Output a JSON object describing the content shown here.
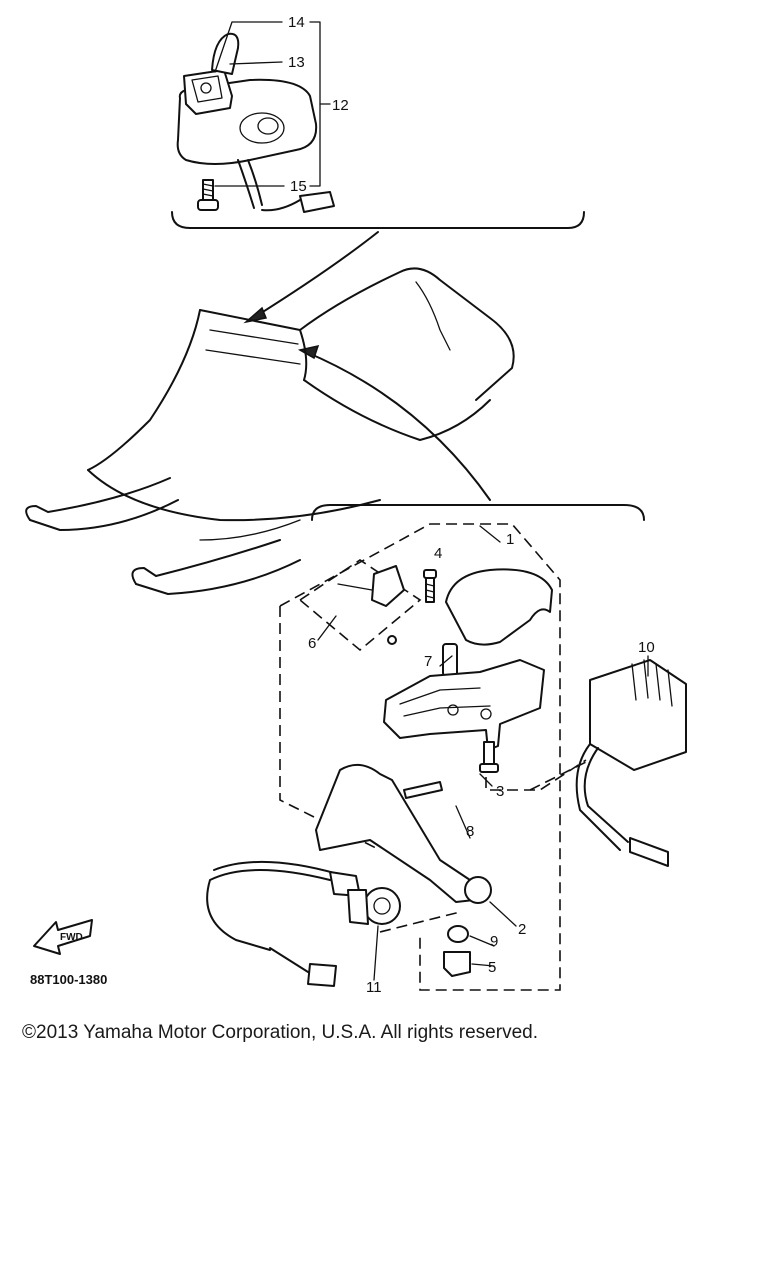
{
  "figure_code": "88T100-1380",
  "fwd_label": "FWD",
  "copyright": "©2013 Yamaha Motor Corporation, U.S.A. All rights reserved.",
  "callouts": [
    "1",
    "2",
    "3",
    "4",
    "5",
    "6",
    "7",
    "8",
    "9",
    "10",
    "11",
    "12",
    "13",
    "14",
    "15"
  ],
  "icons": {
    "forward_arrow": "forward-arrow-icon",
    "snowmobile": "snowmobile-illustration"
  }
}
